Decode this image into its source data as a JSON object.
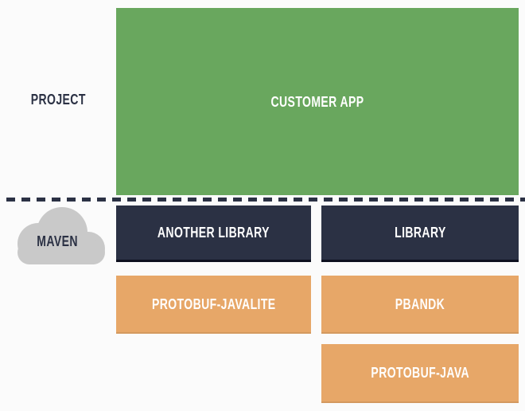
{
  "diagram": {
    "title_context": "Maven dependency layering diagram",
    "left_labels": {
      "project": "PROJECT",
      "maven": "MAVEN"
    },
    "boxes": {
      "customer_app": {
        "label": "CUSTOMER APP",
        "color": "#69a75e"
      },
      "another_library": {
        "label": "ANOTHER LIBRARY",
        "color": "#2b3144"
      },
      "library": {
        "label": "LIBRARY",
        "color": "#2b3144"
      },
      "protobuf_javalite": {
        "label": "PROTOBUF-JAVALITE",
        "color": "#e7a768"
      },
      "pbandk": {
        "label": "PBANDK",
        "color": "#e7a768"
      },
      "protobuf_java": {
        "label": "PROTOBUF-JAVA",
        "color": "#e7a768"
      }
    },
    "divider": {
      "style": "dashed",
      "color": "#2b3144"
    },
    "colors": {
      "green": "#69a75e",
      "navy": "#2b3144",
      "navy_dark": "#0d101f",
      "orange": "#e7a768",
      "cloud_gray": "#c9c9c9",
      "bg": "#fbfbfb",
      "text_light": "#ffffff"
    }
  }
}
